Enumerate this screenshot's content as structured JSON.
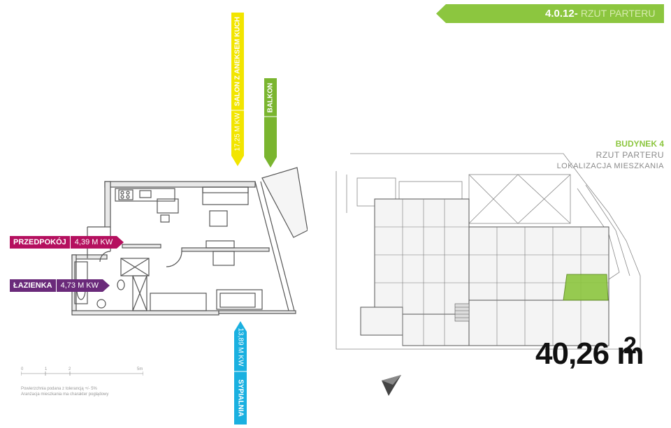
{
  "header": {
    "code": "4.0.12",
    "separator": "-",
    "subtitle": "RZUT PARTERU",
    "color": "#8cc63f"
  },
  "rooms": {
    "przedpokoj": {
      "name": "PRZEDPOKÓJ",
      "area": "4,39 M KW",
      "color": "#b5105f"
    },
    "lazienka": {
      "name": "ŁAZIENKA",
      "area": "4,73 M KW",
      "color": "#6a2a7a"
    },
    "salon": {
      "name": "SALON Z ANEKSEM KUCH",
      "area": "17,25 M KW",
      "color": "#f2e500"
    },
    "balkon": {
      "name": "BALKON",
      "color": "#7ab52f"
    },
    "sypialnia": {
      "name": "SYPIALNIA",
      "area": "13,89 M KW",
      "color": "#1ab0e0"
    }
  },
  "building_info": {
    "building": "BUDYNEK 4",
    "floor": "RZUT PARTERU",
    "location": "LOKALIZACJA MIESZKANIA"
  },
  "total_area": {
    "value": "40,26 m",
    "unit": "2"
  },
  "scale": {
    "labels": [
      "0",
      "1",
      "2",
      "5m"
    ]
  },
  "notes": {
    "line1": "Powierzchnia podana z tolerancją +/- 5%",
    "line2": "Aranżacja mieszkania ma charakter poglądowy"
  }
}
